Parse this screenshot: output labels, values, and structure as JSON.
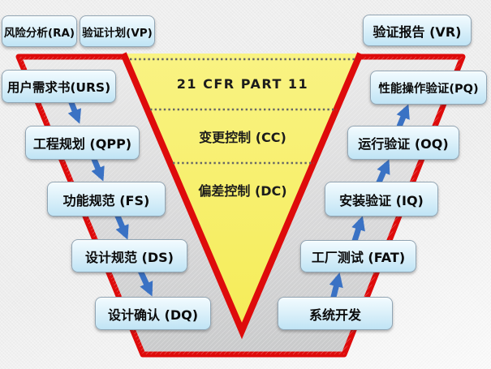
{
  "diagram": {
    "top_row": {
      "ra": "风险分析(RA)",
      "vp": "验证计划(VP)",
      "vr": "验证报告 (VR)"
    },
    "left_branch": {
      "urs": "用户需求书(URS)",
      "qpp": "工程规划 (QPP)",
      "fs": "功能规范 (FS)",
      "ds": "设计规范 (DS)",
      "dq": "设计确认 (DQ)"
    },
    "right_branch": {
      "pq": "性能操作验证(PQ)",
      "oq": "运行验证 (OQ)",
      "iq": "安装验证 (IQ)",
      "fat": "工厂测试 (FAT)",
      "dev": "系统开发"
    },
    "triangle": {
      "top": "21 CFR PART 11",
      "middle": "变更控制 (CC)",
      "bottom": "偏差控制 (DC)"
    }
  },
  "colors": {
    "outline_red": "#de0b0b",
    "triangle_yellow": "#f8f170",
    "arrow_blue": "#3a72c4",
    "box_fill_top": "#f2fbff",
    "box_fill_bottom": "#c0e4f5",
    "box_border": "#90a5b4",
    "funnel_gray_top": "#e9e9e9",
    "funnel_gray_bottom": "#c9cacb",
    "background": "#efefef",
    "dash_gray": "#666666",
    "text_dark": "#111111"
  }
}
